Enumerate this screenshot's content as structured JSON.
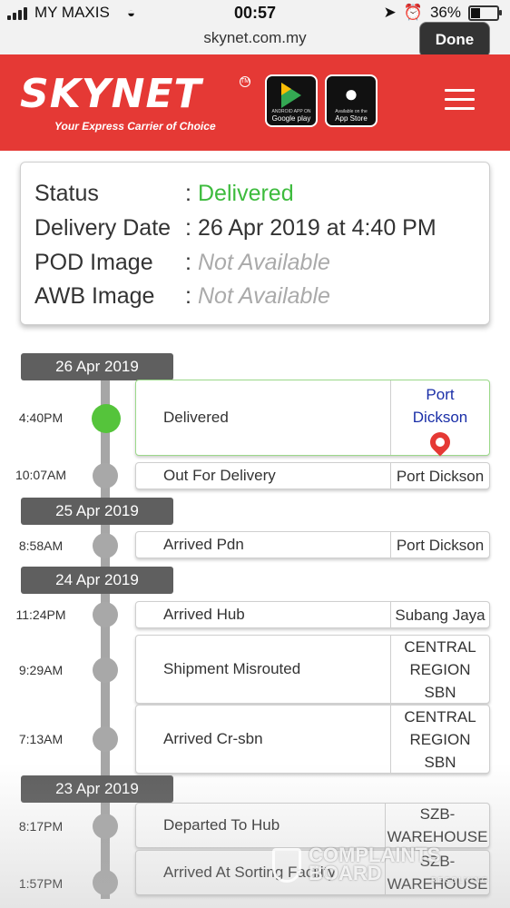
{
  "status_bar": {
    "carrier": "MY MAXIS",
    "time": "00:57",
    "battery": "36%",
    "url": "skynet.com.my",
    "done_label": "Done"
  },
  "header": {
    "brand": "SKYNET",
    "tagline": "Your Express Carrier of Choice",
    "google_play": {
      "small": "ANDROID APP ON",
      "name": "Google play"
    },
    "app_store": {
      "small": "Available on the",
      "name": "App Store"
    },
    "brand_color": "#e53935"
  },
  "summary": {
    "rows": [
      {
        "label": "Status",
        "value": "Delivered"
      },
      {
        "label": "Delivery Date",
        "value": "26 Apr 2019 at 4:40 PM"
      },
      {
        "label": "POD Image",
        "value": "Not Available"
      },
      {
        "label": "AWB Image",
        "value": "Not Available"
      }
    ]
  },
  "timeline": {
    "dates": [
      "26 Apr 2019",
      "25 Apr 2019",
      "24 Apr 2019",
      "23 Apr 2019"
    ],
    "events": [
      {
        "time": "4:40PM",
        "status": "Delivered",
        "location_lines": [
          "Port",
          "Dickson"
        ]
      },
      {
        "time": "10:07AM",
        "status": "Out For Delivery",
        "location": "Port Dickson"
      },
      {
        "time": "8:58AM",
        "status": "Arrived Pdn",
        "location": "Port Dickson"
      },
      {
        "time": "11:24PM",
        "status": "Arrived Hub",
        "location": "Subang Jaya"
      },
      {
        "time": "9:29AM",
        "status": "Shipment Misrouted",
        "location_lines": [
          "CENTRAL",
          "REGION",
          "SBN"
        ]
      },
      {
        "time": "7:13AM",
        "status": "Arrived Cr-sbn",
        "location_lines": [
          "CENTRAL",
          "REGION",
          "SBN"
        ]
      },
      {
        "time": "8:17PM",
        "status": "Departed To Hub",
        "location_lines": [
          "SZB-",
          "WAREHOUSE"
        ]
      },
      {
        "time": "1:57PM",
        "status": "Arrived At Sorting Facility",
        "location_lines": [
          "SZB-",
          "WAREHOUSE"
        ]
      }
    ]
  },
  "watermark": {
    "line1": "COMPLAINTS",
    "line2": "BOARD",
    "sub": "RESOLVING"
  }
}
